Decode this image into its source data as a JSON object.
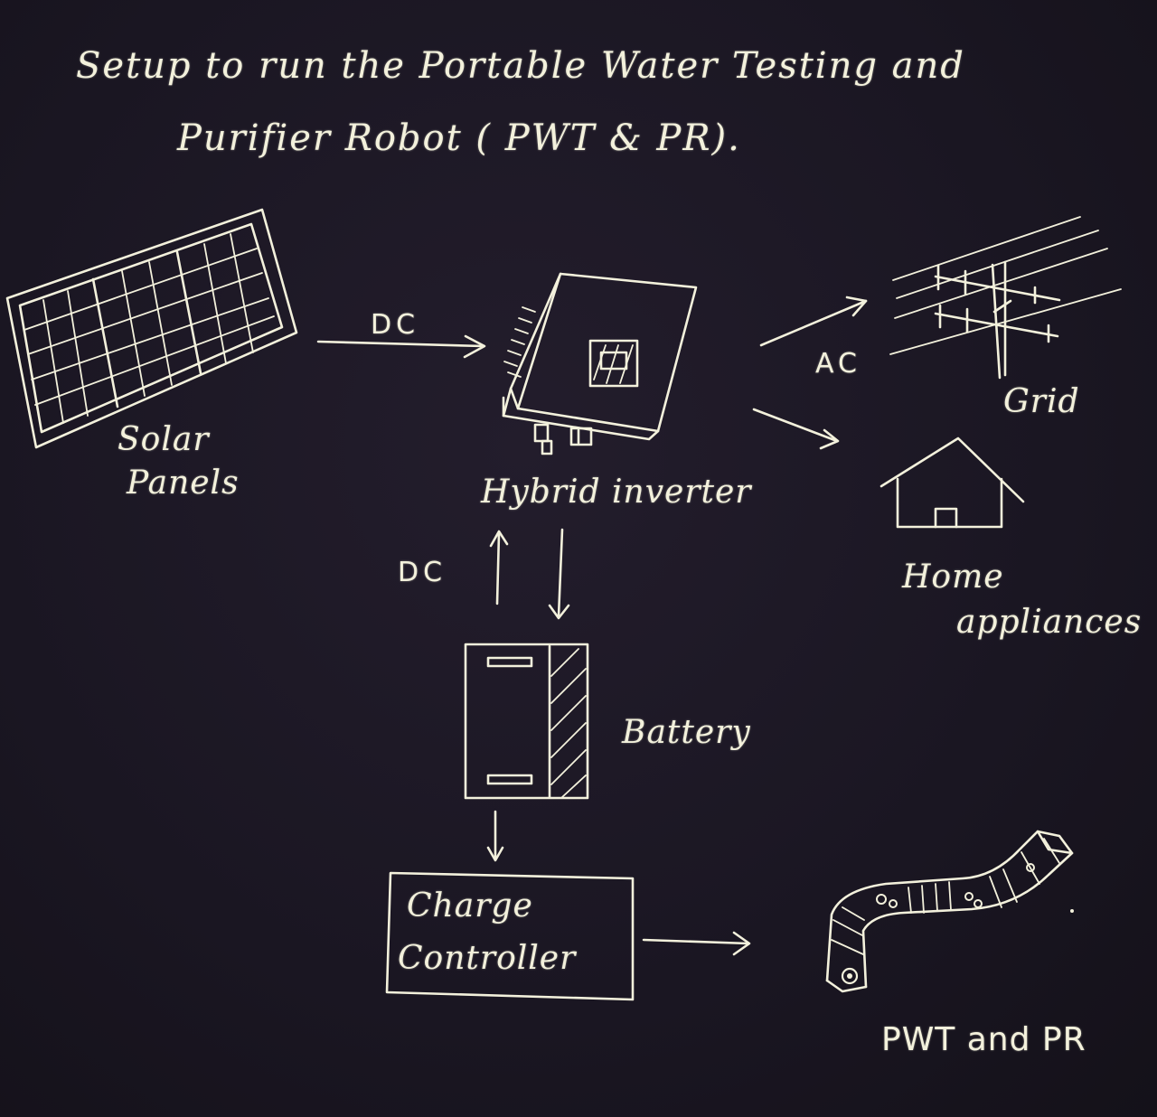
{
  "title": {
    "line1": "Setup to run the Portable Water Testing and",
    "line2": "Purifier Robot ( PWT & PR)."
  },
  "nodes": {
    "solar": {
      "line1": "Solar",
      "line2": "Panels",
      "icon": "solar-panel-icon"
    },
    "inverter": {
      "label": "Hybrid inverter",
      "icon": "inverter-icon"
    },
    "grid": {
      "label": "Grid",
      "icon": "power-pole-icon"
    },
    "home": {
      "line1": "Home",
      "line2": "appliances",
      "icon": "house-icon"
    },
    "battery": {
      "label": "Battery",
      "icon": "battery-icon"
    },
    "controller": {
      "line1": "Charge",
      "line2": "Controller"
    },
    "robot": {
      "label": "PWT and PR",
      "icon": "robot-arm-icon"
    }
  },
  "edges": {
    "solar_to_inverter": "DC",
    "inverter_to_grid_home": "AC",
    "inverter_battery": "DC"
  },
  "colors": {
    "chalk": "#f3f1dc",
    "board": "#1a1620"
  }
}
